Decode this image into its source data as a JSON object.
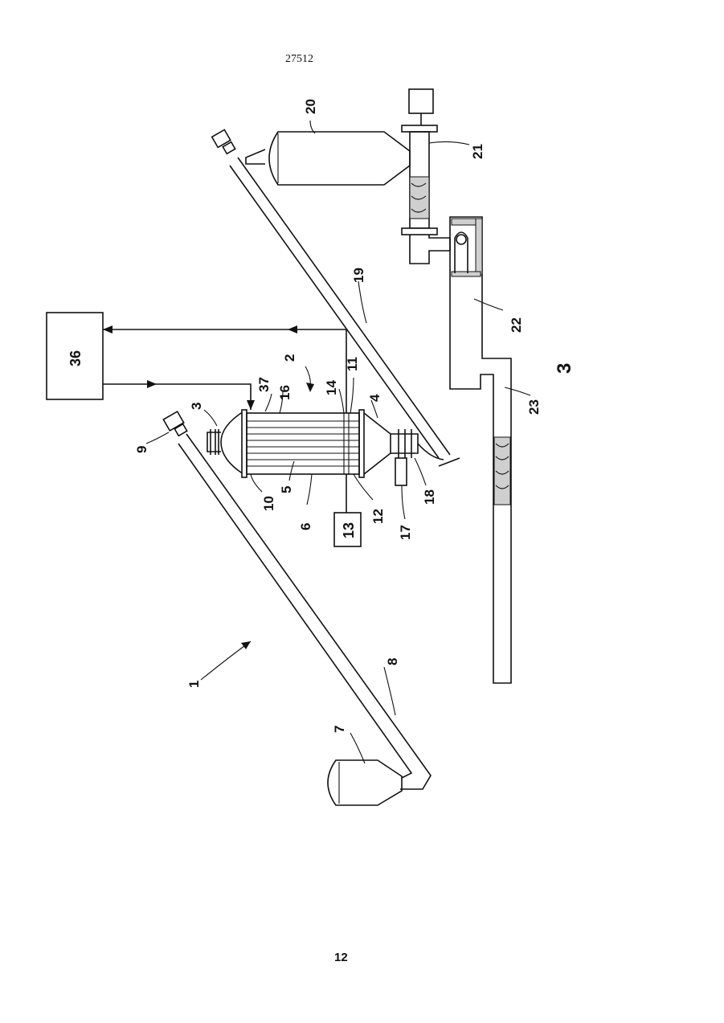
{
  "header": {
    "doc_number": "27512"
  },
  "footer": {
    "page_number": "12"
  },
  "figure": {
    "figure_label": "3",
    "labels": {
      "l1": "1",
      "l2": "2",
      "l3": "3",
      "l4": "4",
      "l5": "5",
      "l6": "6",
      "l7": "7",
      "l8": "8",
      "l9": "9",
      "l10": "10",
      "l11": "11",
      "l12": "12",
      "l13": "13",
      "l14": "14",
      "l16": "16",
      "l17": "17",
      "l18": "18",
      "l19": "19",
      "l20": "20",
      "l21": "21",
      "l22": "22",
      "l23": "23",
      "l36": "36",
      "l37": "37"
    }
  }
}
